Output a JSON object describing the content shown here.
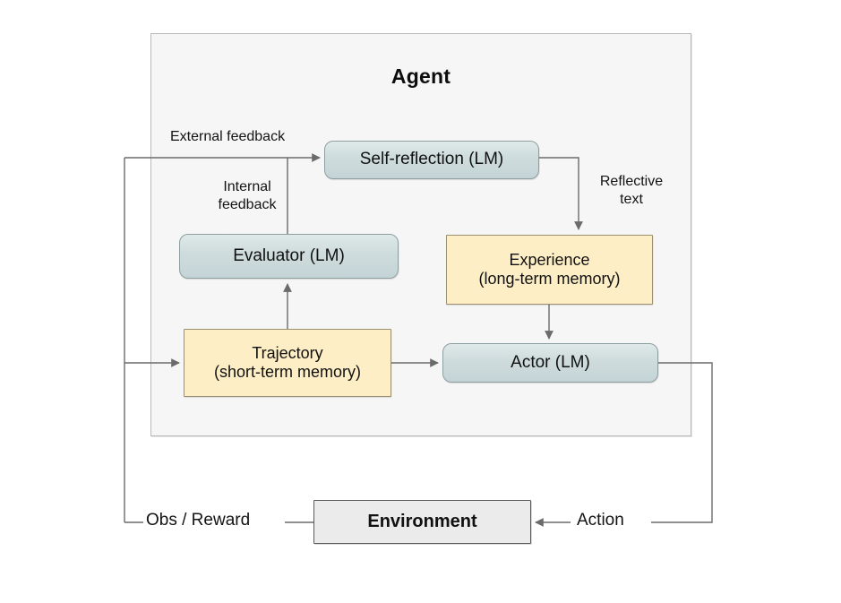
{
  "diagram": {
    "title": "Agent",
    "nodes": {
      "self_reflection": "Self-reflection (LM)",
      "evaluator": "Evaluator (LM)",
      "experience_line1": "Experience",
      "experience_line2": "(long-term memory)",
      "trajectory_line1": "Trajectory",
      "trajectory_line2": "(short-term memory)",
      "actor": "Actor (LM)",
      "environment": "Environment"
    },
    "edge_labels": {
      "external_feedback": "External feedback",
      "internal_feedback": "Internal\nfeedback",
      "reflective_text": "Reflective\ntext",
      "obs_reward": "Obs / Reward",
      "action": "Action"
    },
    "colors": {
      "panel_fill": "#f6f6f6",
      "panel_border": "#b9b9b9",
      "blue_fill": "#cfdcdd",
      "blue_border": "#8e9fa1",
      "yellow_fill": "#fdeec6",
      "yellow_border": "#9a8f6e",
      "gray_fill": "#ebebeb",
      "gray_border": "#5a5a5a",
      "wire": "#6b6b6b",
      "text": "#111111"
    }
  }
}
